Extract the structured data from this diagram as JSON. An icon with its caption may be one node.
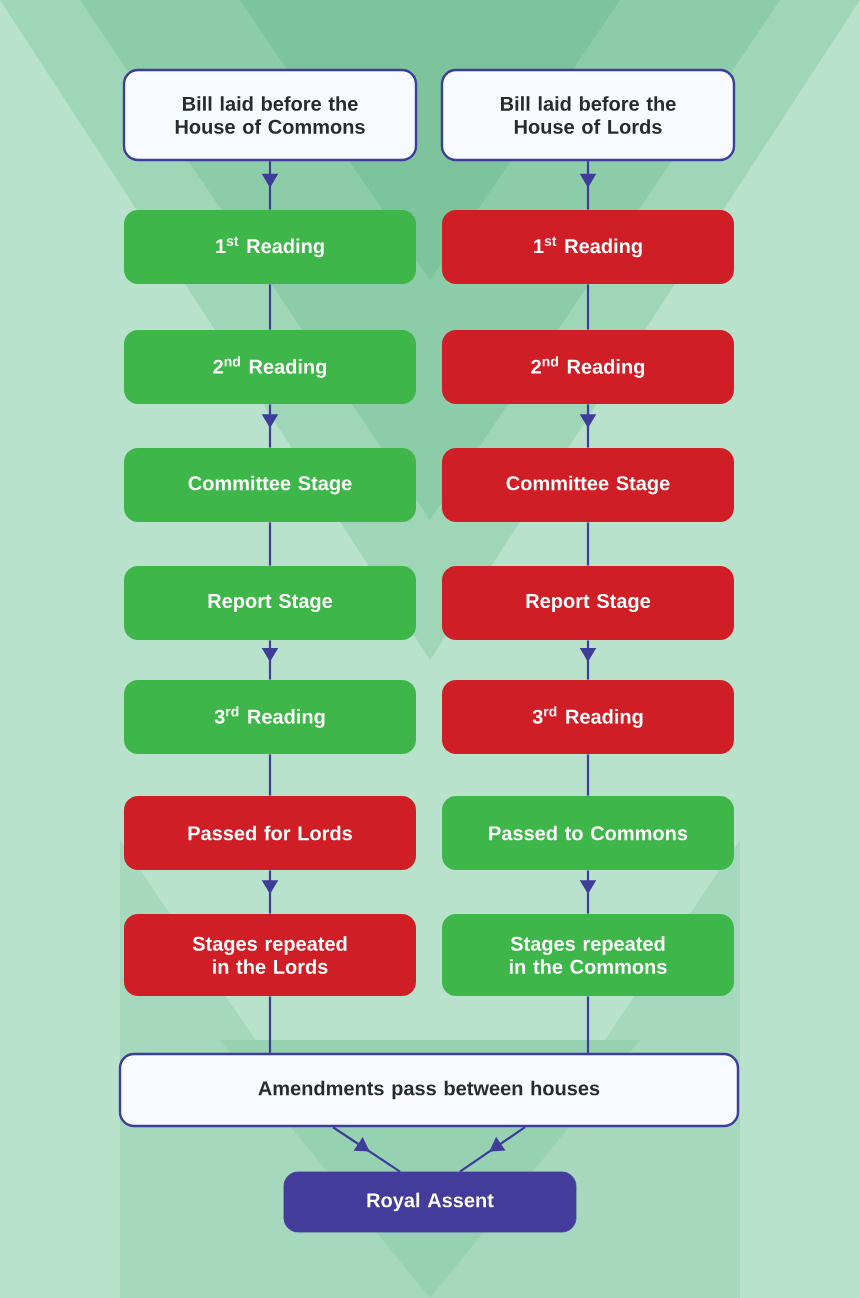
{
  "diagram": {
    "nodes": [
      {
        "text": [
          "Bill laid before the House of Commons"
        ]
      },
      {
        "text": [
          "Bill laid before the House of Lords"
        ]
      },
      {
        "text": [
          "1$^{st}$ Reading"
        ]
      },
      {
        "text": [
          "1$^{st}$ Reading"
        ]
      },
      {
        "text": [
          "2$^{nd}$ Reading"
        ]
      },
      {
        "text": [
          "2$^{nd}$ Reading"
        ]
      },
      {
        "text": [
          "Committee Stage"
        ]
      },
      {
        "text": [
          "Committee Stage"
        ]
      },
      {
        "text": [
          "Report Stage"
        ]
      },
      {
        "text": [
          "Report Stage"
        ]
      },
      {
        "text": [
          "3$^{rd}$ Reading"
        ]
      },
      {
        "text": [
          "3$^{rd}$ Reading"
        ]
      },
      {
        "text": [
          "Passed for Lords"
        ]
      },
      {
        "text": [
          "Passed to Commons"
        ]
      },
      {
        "text": [
          "Stages repeated in the Lords"
        ]
      },
      {
        "text": [
          "Stages repeated in the Commons"
        ]
      },
      {
        "text": [
          "Amendments pass between houses"
        ]
      },
      {
        "text": [
          "Royal Assent"
        ]
      }
    ],
    "edges": [
      {
        "from": 0,
        "to": 2,
        "arrow": "to"
      },
      {
        "from": 2,
        "to": 4,
        "arrow": "none"
      },
      {
        "from": 4,
        "to": 6,
        "arrow": "to"
      },
      {
        "from": 6,
        "to": 8,
        "arrow": "none"
      },
      {
        "from": 8,
        "to": 10,
        "arrow": "to"
      },
      {
        "from": 10,
        "to": 12,
        "arrow": "none"
      },
      {
        "from": 12,
        "to": 14,
        "arrow": "to"
      },
      {
        "from": 14,
        "to": 16,
        "arrow": "none"
      },
      {
        "from": 1,
        "to": 3,
        "arrow": "to"
      },
      {
        "from": 3,
        "to": 5,
        "arrow": "none"
      },
      {
        "from": 5,
        "to": 7,
        "arrow": "to"
      },
      {
        "from": 7,
        "to": 9,
        "arrow": "none"
      },
      {
        "from": 9,
        "to": 11,
        "arrow": "to"
      },
      {
        "from": 11,
        "to": 13,
        "arrow": "none"
      },
      {
        "from": 13,
        "to": 15,
        "arrow": "to"
      },
      {
        "from": 15,
        "to": 16,
        "arrow": "none"
      },
      {
        "from": 16,
        "to": 17,
        "arrow": "to"
      },
      {
        "from": 16,
        "to": 17,
        "arrow": "to"
      }
    ]
  }
}
